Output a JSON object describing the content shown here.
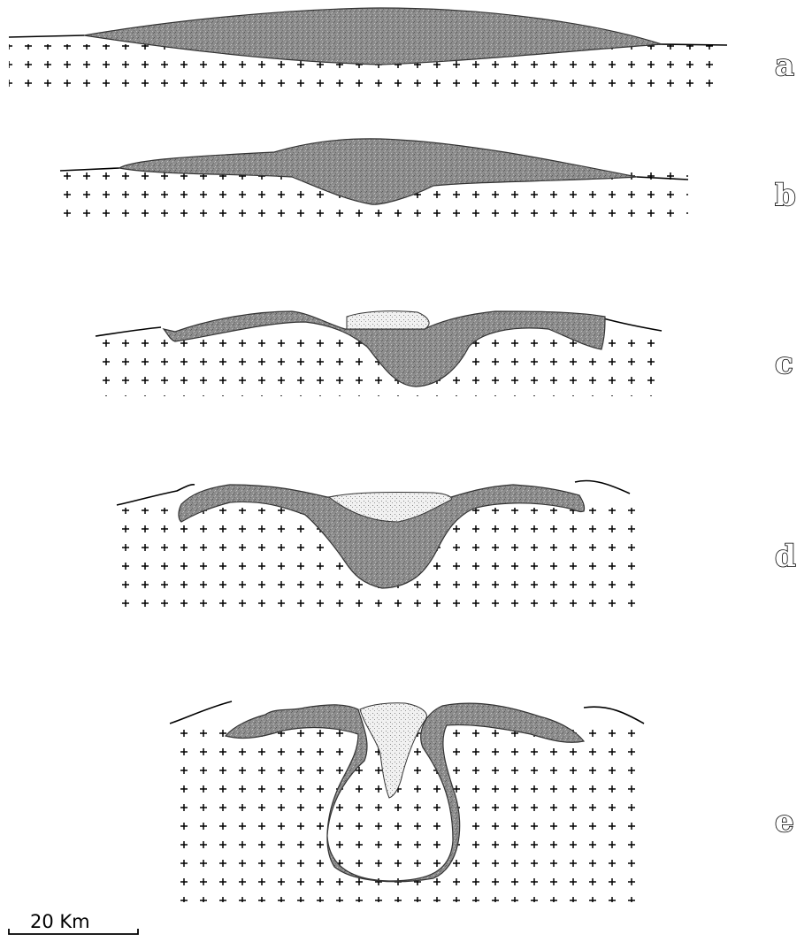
{
  "stages": [
    {
      "id": "a",
      "label": "a"
    },
    {
      "id": "b",
      "label": "b"
    },
    {
      "id": "c",
      "label": "c"
    },
    {
      "id": "d",
      "label": "d"
    },
    {
      "id": "e",
      "label": "e"
    }
  ],
  "scale_bar": {
    "label": "20 Km"
  },
  "colors": {
    "body_fill": "#8a8a8a",
    "basin_fill": "#ececec",
    "line": "#000000"
  }
}
